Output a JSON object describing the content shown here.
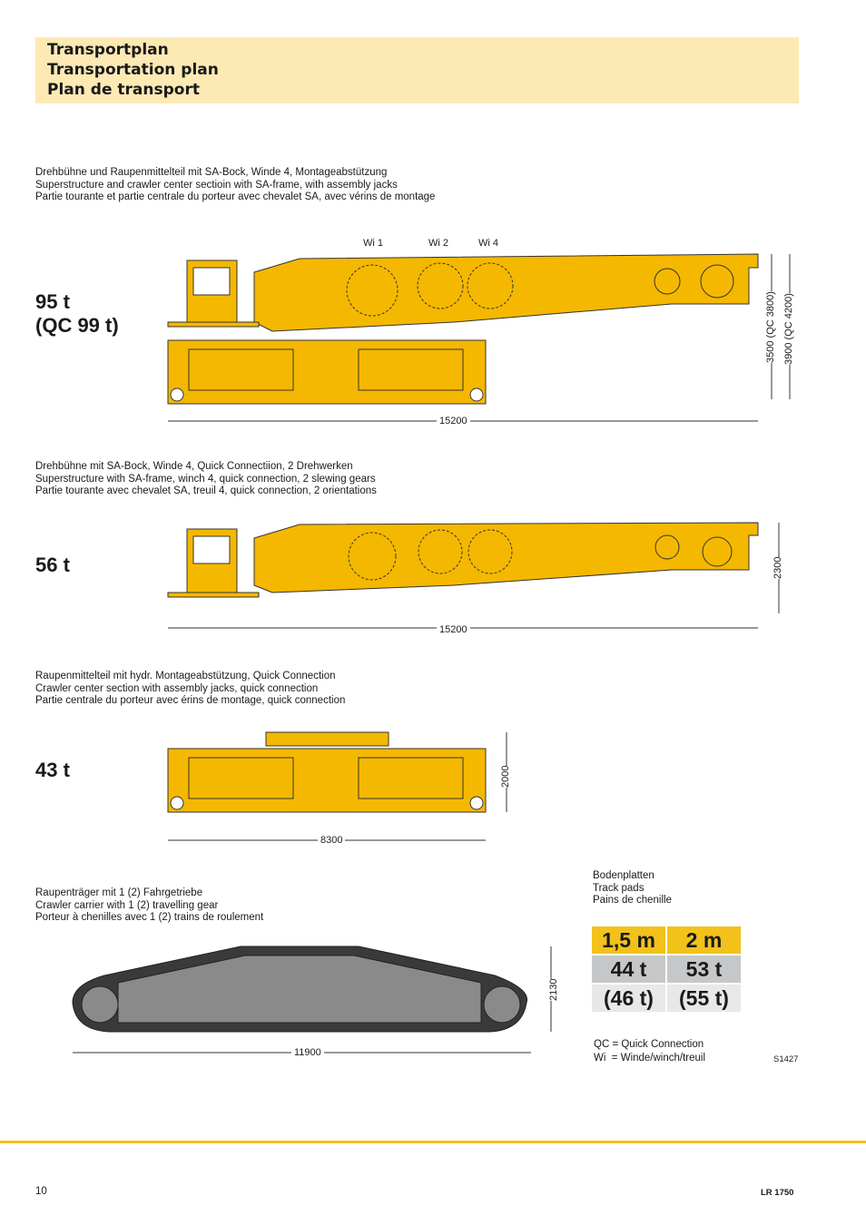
{
  "header": {
    "titles": [
      "Transportplan",
      "Transportation plan",
      "Plan de transport"
    ]
  },
  "sections": [
    {
      "caption": [
        "Drehbühne und Raupenmittelteil mit SA-Bock, Winde 4, Montageabstützung",
        "Superstructure and crawler center sectioin with SA-frame, with assembly jacks",
        "Partie tourante et partie centrale du porteur avec chevalet SA, avec vérins de montage"
      ],
      "weight": "95 t",
      "weight2": "(QC 99 t)",
      "length": "15200",
      "height1": "3500 (QC 3800)",
      "height2": "3900 (QC 4200)",
      "winch_labels": [
        "Wi 1",
        "Wi 2",
        "Wi 4"
      ]
    },
    {
      "caption": [
        "Drehbühne mit SA-Bock, Winde 4, Quick Connectiion, 2 Drehwerken",
        "Superstructure with SA-frame, winch 4, quick connection, 2 slewing gears",
        "Partie tourante avec chevalet SA, treuil 4, quick connection, 2 orientations"
      ],
      "weight": "56 t",
      "length": "15200",
      "height": "2300"
    },
    {
      "caption": [
        "Raupenmittelteil mit hydr. Montageabstützung, Quick Connection",
        "Crawler center section with assembly jacks, quick connection",
        "Partie centrale du porteur avec érins de montage, quick connection"
      ],
      "weight": "43 t",
      "length": "8300",
      "height": "2000"
    },
    {
      "caption": [
        "Raupenträger mit 1 (2) Fahrgetriebe",
        "Crawler carrier with 1 (2) travelling gear",
        "Porteur à chenilles avec 1 (2) trains de roulement"
      ],
      "length": "11900",
      "height": "2130"
    }
  ],
  "track_pads": {
    "caption": [
      "Bodenplatten",
      "Track pads",
      "Pains de chenille"
    ],
    "header": [
      "1,5 m",
      "2 m"
    ],
    "row1": [
      "44 t",
      "53 t"
    ],
    "row2": [
      "(46 t)",
      "(55 t)"
    ]
  },
  "legend": {
    "qc": "QC = Quick Connection",
    "wi": "Wi  = Winde/winch/treuil",
    "code": "S1427"
  },
  "footer": {
    "page": "10",
    "model": "LR 1750"
  },
  "colors": {
    "accent": "#f2c21b",
    "header_bg": "#fde9b4",
    "machine": "#f5b800",
    "crawler": "#8a8a8a"
  }
}
